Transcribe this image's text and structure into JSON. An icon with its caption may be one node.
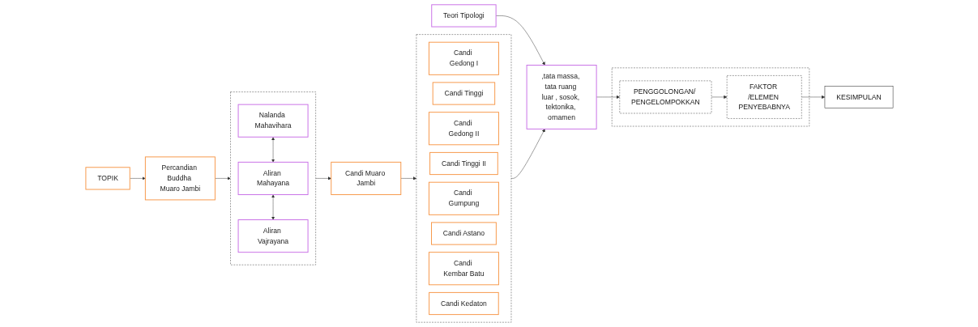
{
  "diagram": {
    "nodes": [
      {
        "text": [
          "TOPIK"
        ]
      },
      {
        "text": [
          "Percandian Buddha Muaro Jambi"
        ]
      },
      {
        "text": [],
        "shape": "box"
      },
      {
        "text": [
          "Nalanda Mahavihara"
        ],
        "in": 2
      },
      {
        "text": [
          "Aliran Mahayana"
        ],
        "in": 2
      },
      {
        "text": [
          "Aliran Vajrayana"
        ],
        "in": 2
      },
      {
        "text": [
          "Candi Muaro Jambi"
        ]
      },
      {
        "text": [],
        "shape": "box"
      },
      {
        "text": [
          "Candi Gedong I"
        ],
        "in": 7
      },
      {
        "text": [
          "Candi Tinggi"
        ],
        "in": 7
      },
      {
        "text": [
          "Candi Gedong II"
        ],
        "in": 7
      },
      {
        "text": [
          "Candi Tinggi II"
        ],
        "in": 7
      },
      {
        "text": [
          "Candi Gumpung"
        ],
        "in": 7
      },
      {
        "text": [
          "Candi Astano"
        ],
        "in": 7
      },
      {
        "text": [
          "Candi Kembar Batu"
        ],
        "in": 7
      },
      {
        "text": [
          "Candi Kedaton"
        ],
        "in": 7
      },
      {
        "text": [
          "Teori Tipologi"
        ]
      },
      {
        "text": [
          ",tata massa, tata ruang luar , sosok, tektonika, ornamen"
        ]
      },
      {
        "text": [],
        "shape": "box"
      },
      {
        "text": [
          "PENGGOLONGAN/ PENGELOMPOKKAN"
        ],
        "in": 18
      },
      {
        "text": [
          "FAKTOR /ELEMEN PENYEBABNYA"
        ],
        "in": 18
      },
      {
        "text": [
          "KESIMPULAN"
        ]
      }
    ],
    "edges": [
      {
        "from": 0,
        "to": 1,
        "arrow": "to"
      },
      {
        "from": 1,
        "to": 2,
        "arrow": "to"
      },
      {
        "from": 3,
        "to": 4,
        "arrow": "both"
      },
      {
        "from": 4,
        "to": 5,
        "arrow": "both"
      },
      {
        "from": 2,
        "to": 6,
        "arrow": "to"
      },
      {
        "from": 6,
        "to": 7,
        "arrow": "to"
      },
      {
        "from": 16,
        "to": 17,
        "arrow": "to"
      },
      {
        "from": 7,
        "to": 17,
        "arrow": "to"
      },
      {
        "from": 17,
        "to": 19,
        "arrow": "to"
      },
      {
        "from": 19,
        "to": 20,
        "arrow": "to"
      },
      {
        "from": 20,
        "to": 21,
        "arrow": "to"
      }
    ]
  }
}
